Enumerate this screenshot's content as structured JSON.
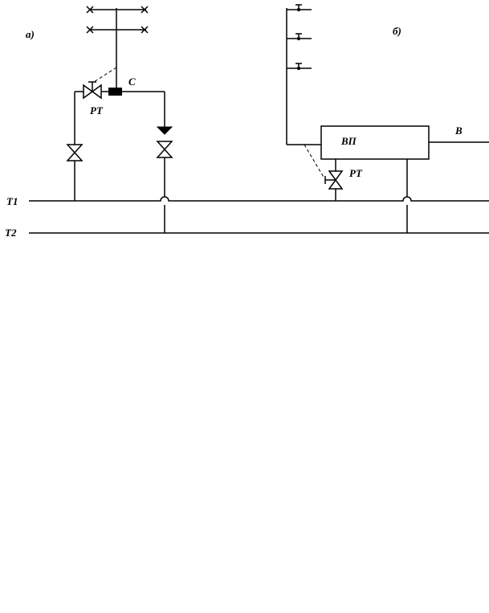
{
  "diagram": {
    "scheme_a": {
      "label": "а)",
      "sensor_label": "С",
      "regulator_label": "РТ"
    },
    "scheme_b": {
      "label": "б)",
      "heater_label": "ВП",
      "regulator_label": "РТ",
      "water_label": "В"
    },
    "mains": {
      "supply_label": "Т1",
      "return_label": "Т2"
    }
  }
}
